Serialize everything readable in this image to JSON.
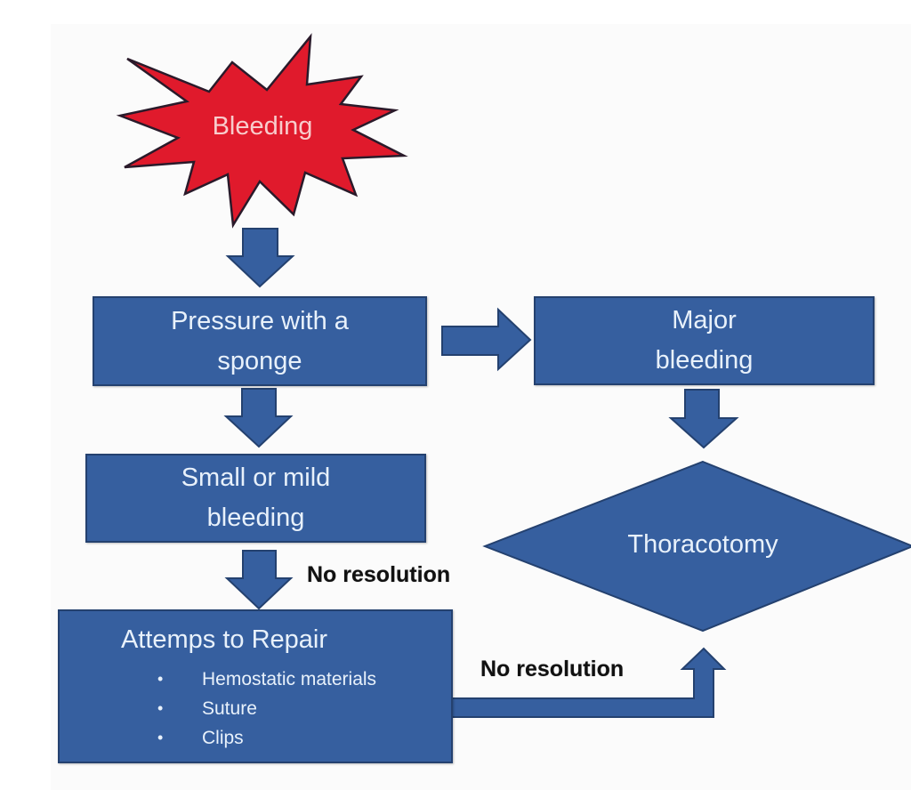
{
  "diagram": {
    "colors": {
      "box_fill": "#365f9f",
      "box_border": "#24416f",
      "box_text": "#e8f1fb",
      "burst_fill": "#e01a2c",
      "burst_text": "#f8cccc",
      "edge_label_text": "#111111"
    },
    "start": {
      "label": "Bleeding",
      "shape": "explosion"
    },
    "nodes": {
      "pressure": {
        "label": "Pressure with a sponge",
        "line1": "Pressure with a",
        "line2": "sponge"
      },
      "major": {
        "label": "Major bleeding",
        "line1": "Major",
        "line2": "bleeding"
      },
      "small": {
        "label": "Small or mild bleeding",
        "line1": "Small or mild",
        "line2": "bleeding"
      },
      "repair": {
        "title": "Attemps to Repair",
        "bullet_glyph": "•",
        "items": [
          "Hemostatic materials",
          "Suture",
          "Clips"
        ]
      },
      "thoracotomy": {
        "label": "Thoracotomy",
        "shape": "diamond"
      }
    },
    "edges": [
      {
        "from": "start",
        "to": "pressure",
        "label": ""
      },
      {
        "from": "pressure",
        "to": "major",
        "label": ""
      },
      {
        "from": "pressure",
        "to": "small",
        "label": ""
      },
      {
        "from": "major",
        "to": "thoracotomy",
        "label": ""
      },
      {
        "from": "small",
        "to": "repair",
        "label": "No resolution"
      },
      {
        "from": "repair",
        "to": "thoracotomy",
        "label": "No resolution"
      }
    ],
    "edge_labels": {
      "small_to_repair": "No resolution",
      "repair_to_thoracotomy": "No resolution"
    }
  }
}
